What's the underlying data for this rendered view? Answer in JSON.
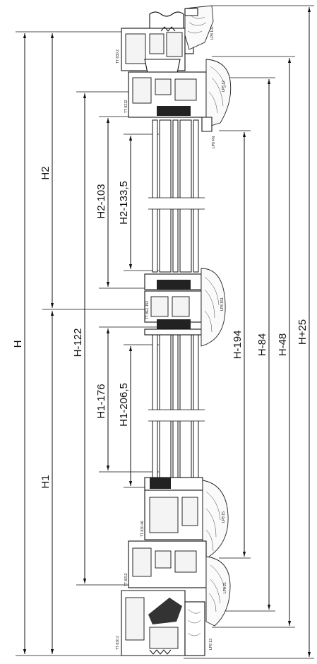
{
  "dimensions": [
    {
      "id": "H",
      "label": "H"
    },
    {
      "id": "H2",
      "label": "H2"
    },
    {
      "id": "H1",
      "label": "H1"
    },
    {
      "id": "Hm122",
      "label": "H-122"
    },
    {
      "id": "H2m103",
      "label": "H2-103"
    },
    {
      "id": "H2m133",
      "label": "H2-133,5"
    },
    {
      "id": "H1m176",
      "label": "H1-176"
    },
    {
      "id": "H1m206",
      "label": "H1-206,5"
    },
    {
      "id": "Hm194",
      "label": "H-194"
    },
    {
      "id": "Hm84",
      "label": "H-84"
    },
    {
      "id": "Hm48",
      "label": "H-48"
    },
    {
      "id": "Hp25",
      "label": "H+25"
    }
  ],
  "profile_codes": {
    "top_frame": "TT 830 2",
    "top_sash": "TT 8212",
    "mid_transom": "TT 8E1 153",
    "lower_sash": "TT 830 46",
    "bottom_sash": "TT 8212",
    "bottom_frame": "TT 830 2",
    "wood_top": "LP8 102",
    "wood_top_sash": "LP8 12",
    "wood_head": "LP8 FN",
    "wood_mid": "LP8 151",
    "wood_lower": "LP8 15",
    "wood_bottom_sash": "LP8 21",
    "wood_bottom": "LP8 13"
  }
}
